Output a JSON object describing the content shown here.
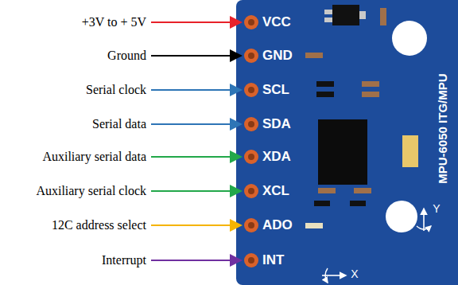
{
  "diagram": {
    "labels": [
      "+3V to + 5V",
      "Ground",
      "Serial clock",
      "Serial data",
      "Auxiliary serial data",
      "Auxiliary serial clock",
      "12C address select",
      "Interrupt",
      "VCC",
      "GND",
      "SCL",
      "SDA",
      "XDA",
      "XCL",
      "ADO",
      "INT",
      "MPU-6050 ITG/MPU",
      "Y",
      "X"
    ]
  }
}
